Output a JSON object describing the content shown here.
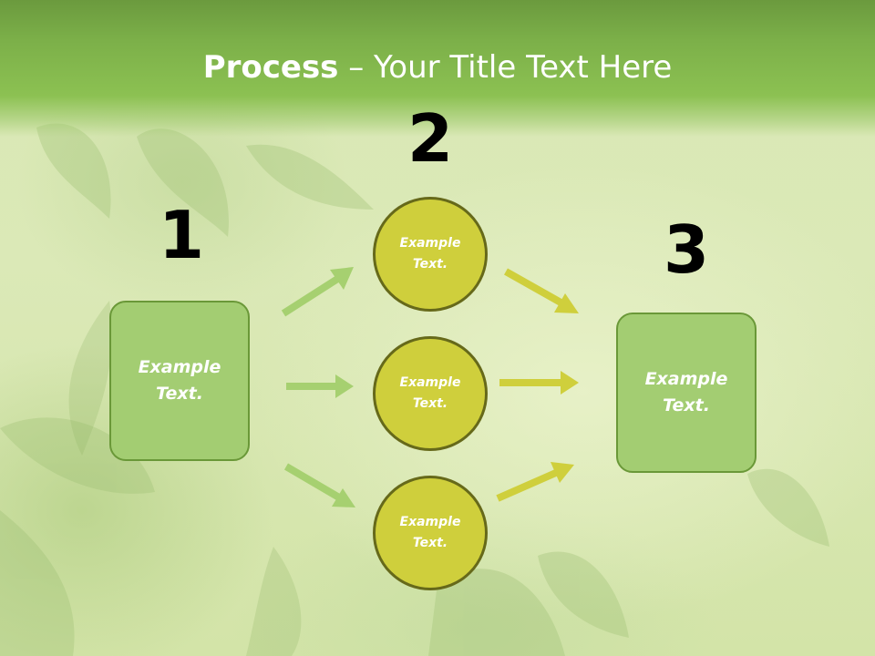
{
  "slide": {
    "title_bold": "Process",
    "title_rest": " – Your Title Text Here"
  },
  "steps": {
    "one": {
      "number": "1",
      "box_text": "Example\nText."
    },
    "two": {
      "number": "2",
      "circles": [
        "Example\nText.",
        "Example\nText.",
        "Example\nText."
      ]
    },
    "three": {
      "number": "3",
      "box_text": "Example\nText."
    }
  },
  "colors": {
    "header_green": "#8cc152",
    "box_fill": "#a3cd72",
    "box_border": "#6a9838",
    "circle_fill": "#cfcf3c",
    "circle_border": "#66691a",
    "arrow_green": "#a6d070",
    "arrow_yellow": "#cfcf3c"
  }
}
